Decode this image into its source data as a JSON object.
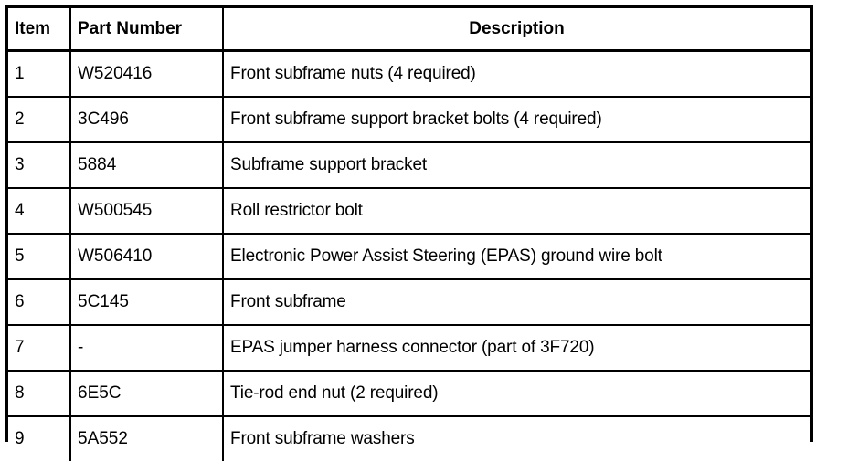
{
  "table": {
    "columns": [
      {
        "key": "item",
        "label": "Item"
      },
      {
        "key": "part_number",
        "label": "Part Number"
      },
      {
        "key": "description",
        "label": "Description"
      }
    ],
    "rows": [
      {
        "item": "1",
        "part_number": "W520416",
        "description": "Front subframe nuts (4 required)"
      },
      {
        "item": "2",
        "part_number": "3C496",
        "description": "Front subframe support bracket bolts (4 required)"
      },
      {
        "item": "3",
        "part_number": "5884",
        "description": "Subframe support bracket"
      },
      {
        "item": "4",
        "part_number": "W500545",
        "description": "Roll restrictor bolt"
      },
      {
        "item": "5",
        "part_number": "W506410",
        "description": "Electronic Power Assist Steering (EPAS) ground wire bolt"
      },
      {
        "item": "6",
        "part_number": "5C145",
        "description": "Front subframe"
      },
      {
        "item": "7",
        "part_number": "-",
        "description": "EPAS jumper harness connector (part of 3F720)"
      },
      {
        "item": "8",
        "part_number": "6E5C",
        "description": "Tie-rod end nut (2 required)"
      },
      {
        "item": "9",
        "part_number": "5A552",
        "description": "Front subframe washers"
      }
    ]
  },
  "colors": {
    "border": "#000000",
    "text": "#000000",
    "background": "#ffffff"
  }
}
